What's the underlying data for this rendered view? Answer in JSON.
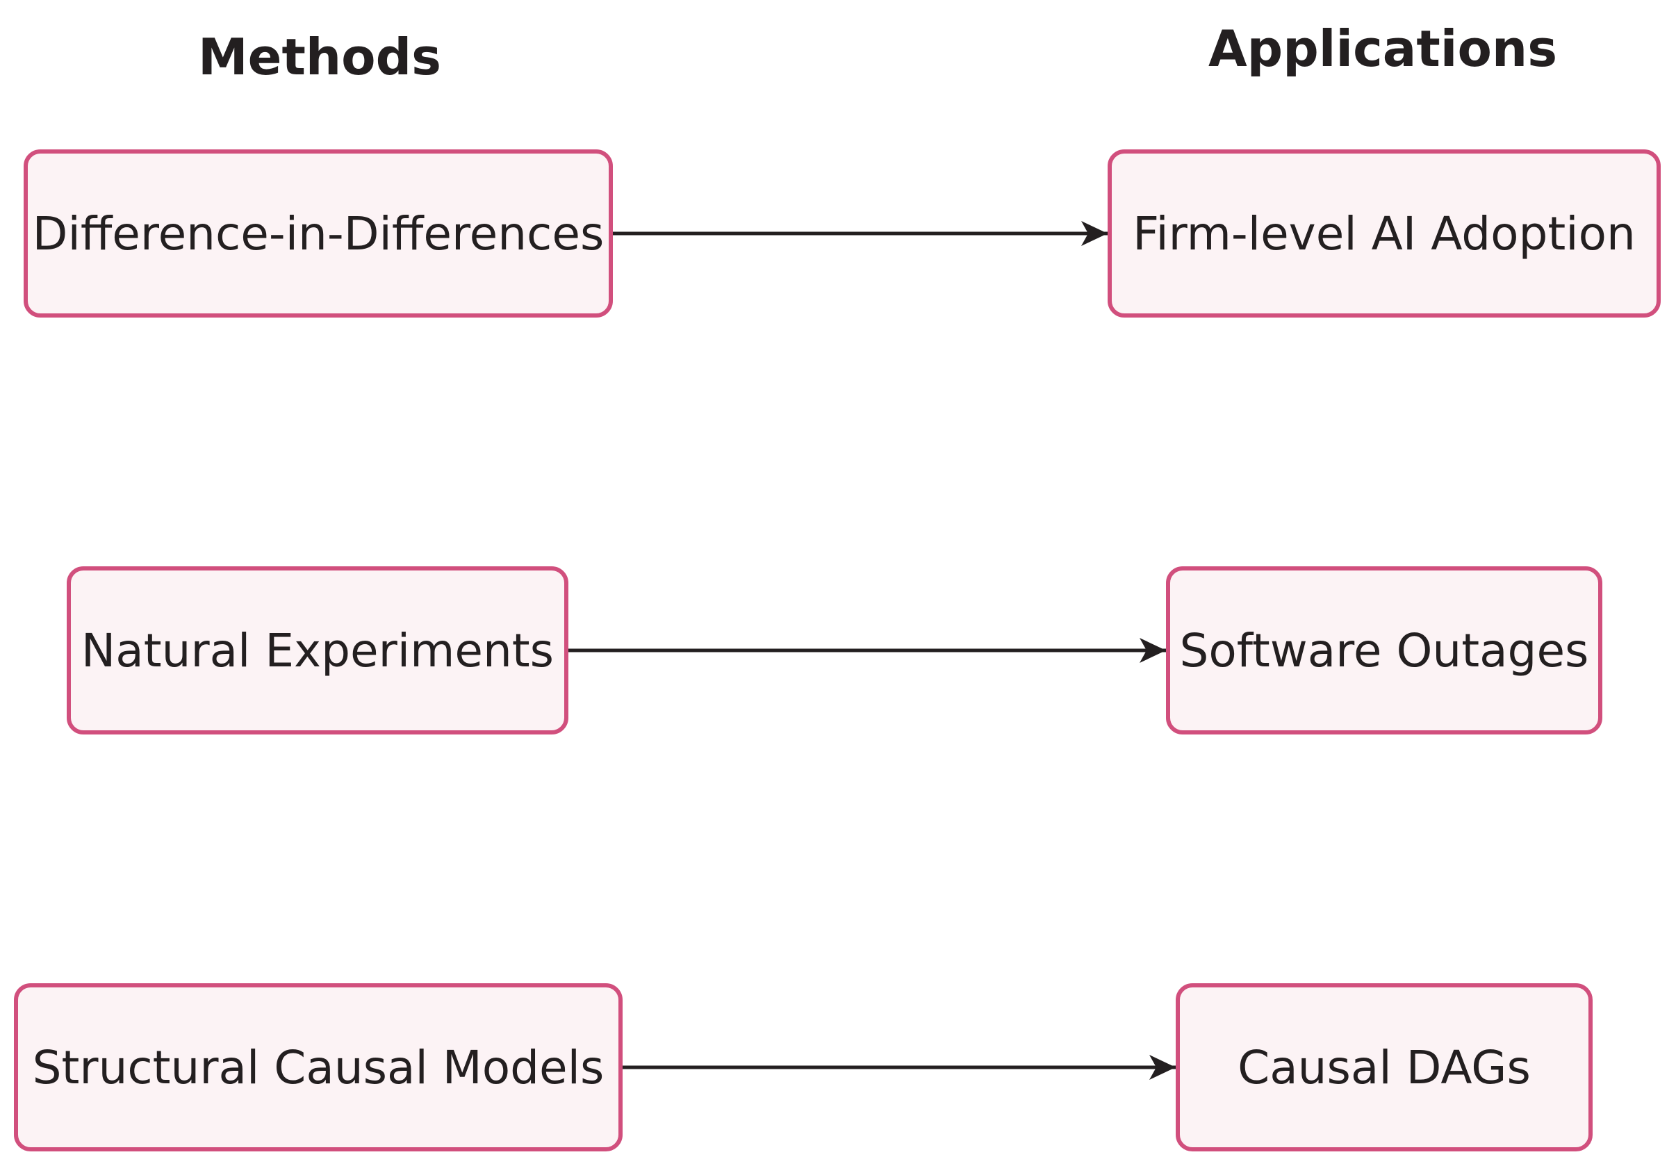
{
  "columns": {
    "methods_heading": "Methods",
    "applications_heading": "Applications"
  },
  "nodes": {
    "did": "Difference-in-Differences",
    "natural_experiments": "Natural Experiments",
    "scm": "Structural Causal Models",
    "firm_ai": "Firm-level AI Adoption",
    "software_outages": "Software Outages",
    "causal_dags": "Causal DAGs"
  },
  "edges": [
    {
      "from": "did",
      "to": "firm_ai"
    },
    {
      "from": "natural_experiments",
      "to": "software_outages"
    },
    {
      "from": "scm",
      "to": "causal_dags"
    }
  ],
  "colors": {
    "node_border": "#d14f7d",
    "node_fill": "#fcf3f5",
    "text": "#231f20",
    "arrow": "#231f20"
  }
}
